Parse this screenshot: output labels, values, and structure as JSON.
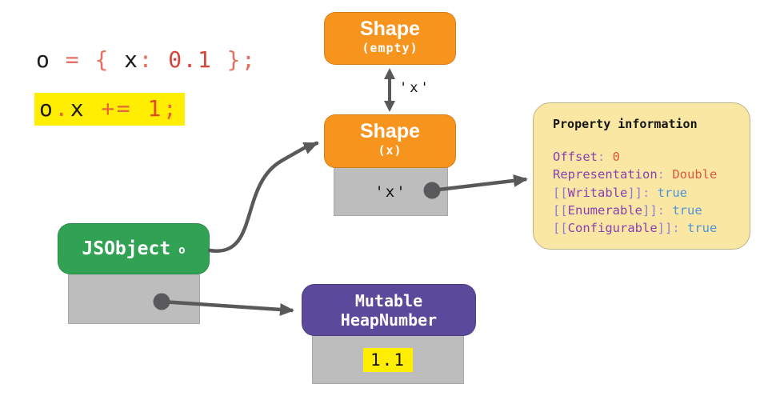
{
  "code": {
    "line1": [
      {
        "t": "o",
        "c": "k"
      },
      {
        "t": " = ",
        "c": "sal"
      },
      {
        "t": "{ ",
        "c": "sal"
      },
      {
        "t": "x",
        "c": "k"
      },
      {
        "t": ": ",
        "c": "sal"
      },
      {
        "t": "0.1",
        "c": "red"
      },
      {
        "t": " }",
        "c": "sal"
      },
      {
        "t": ";",
        "c": "sal"
      }
    ],
    "line2": [
      {
        "t": "o",
        "c": "k"
      },
      {
        "t": ".",
        "c": "org"
      },
      {
        "t": "x",
        "c": "k"
      },
      {
        "t": " += ",
        "c": "org"
      },
      {
        "t": "1",
        "c": "orgn"
      },
      {
        "t": ";",
        "c": "org"
      }
    ]
  },
  "shape_empty": {
    "title": "Shape",
    "subtitle": "(empty)"
  },
  "shape_x": {
    "title": "Shape",
    "subtitle": "(x)",
    "slot_value": "'x'"
  },
  "transition_label": "'x'",
  "jsobject": {
    "title": "JSObject",
    "variable": "o"
  },
  "heapnumber": {
    "title_line1": "Mutable",
    "title_line2": "HeapNumber",
    "value": "1.1"
  },
  "props": {
    "title": "Property information",
    "rows": [
      {
        "pre": "",
        "label": "Offset",
        "post": "",
        "sep": ": ",
        "value": "0",
        "vc": "pv-red"
      },
      {
        "pre": "",
        "label": "Representation",
        "post": "",
        "sep": ": ",
        "value": "Double",
        "vc": "pv-red"
      },
      {
        "pre": "[[",
        "label": "Writable",
        "post": "]]",
        "sep": ": ",
        "value": "true",
        "vc": "pv-blue"
      },
      {
        "pre": "[[",
        "label": "Enumerable",
        "post": "]]",
        "sep": ": ",
        "value": "true",
        "vc": "pv-blue"
      },
      {
        "pre": "[[",
        "label": "Configurable",
        "post": "]]",
        "sep": ": ",
        "value": "true",
        "vc": "pv-blue"
      }
    ]
  },
  "colors": {
    "shape_box": "#F7941E",
    "jsobject_box": "#31A254",
    "heapnumber_box": "#5B4A9B",
    "slot_gray": "#BDBDBD",
    "note_bg": "#FAE7A3",
    "highlight_yellow": "#FFEE00",
    "arrow_gray": "#59595B",
    "prop_purple": "#8A3FB2",
    "prop_violet": "#8E7CD9",
    "prop_blue": "#4E93D9",
    "prop_red": "#E0563F",
    "code_black": "#1B1B1B",
    "code_salmon": "#E4705F",
    "code_red": "#D8453A",
    "code_orange": "#E8653C"
  }
}
